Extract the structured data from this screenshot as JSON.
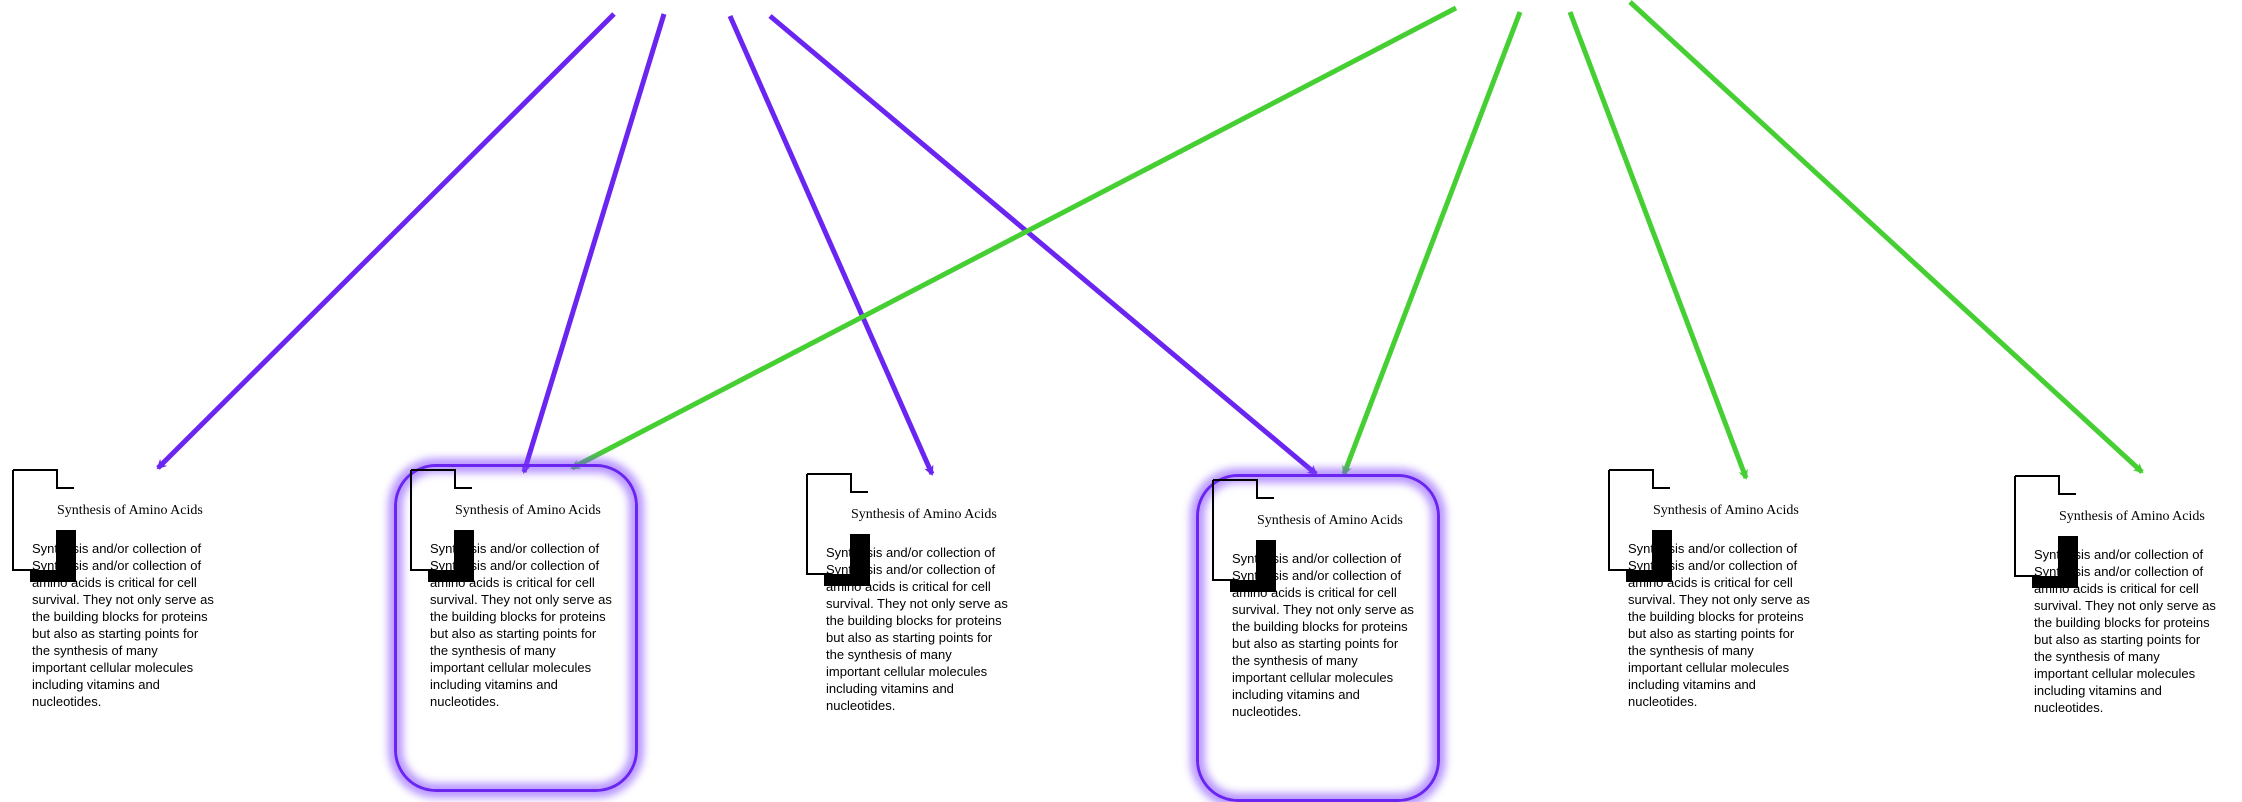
{
  "colors": {
    "purple": "#6a25f0",
    "green": "#46cf32",
    "glow": "#8246ff"
  },
  "cards": [
    {
      "title": "Synthesis of Amino Acids",
      "lines": [
        "Synthesis and/or collection of",
        "Synthesis and/or collection of",
        "amino acids is critical for cell",
        "survival. They not only serve as",
        "the building blocks for proteins",
        "but also as starting points for",
        "the synthesis of many",
        "important cellular molecules",
        "including vitamins and",
        "nucleotides."
      ],
      "highlighted": false
    },
    {
      "title": "Synthesis of Amino Acids",
      "lines": [
        "Synthesis and/or collection of",
        "Synthesis and/or collection of",
        "amino acids is critical for cell",
        "survival. They not only serve as",
        "the building blocks for proteins",
        "but also as starting points for",
        "the synthesis of many",
        "important cellular molecules",
        "including vitamins and",
        "nucleotides."
      ],
      "highlighted": true
    },
    {
      "title": "Synthesis of Amino Acids",
      "lines": [
        "Synthesis and/or collection of",
        "Synthesis and/or collection of",
        "amino acids is critical for cell",
        "survival. They not only serve as",
        "the building blocks for proteins",
        "but also as starting points for",
        "the synthesis of many",
        "important cellular molecules",
        "including vitamins and",
        "nucleotides."
      ],
      "highlighted": false
    },
    {
      "title": "Synthesis of Amino Acids",
      "lines": [
        "Synthesis and/or collection of",
        "Synthesis and/or collection of",
        "amino acids is critical for cell",
        "survival. They not only serve as",
        "the building blocks for proteins",
        "but also as starting points for",
        "the synthesis of many",
        "important cellular molecules",
        "including vitamins and",
        "nucleotides."
      ],
      "highlighted": true
    },
    {
      "title": "Synthesis of Amino Acids",
      "lines": [
        "Synthesis and/or collection of",
        "Synthesis and/or collection of",
        "amino acids is critical for cell",
        "survival. They not only serve as",
        "the building blocks for proteins",
        "but also as starting points for",
        "the synthesis of many",
        "important cellular molecules",
        "including vitamins and",
        "nucleotides."
      ],
      "highlighted": false
    },
    {
      "title": "Synthesis of Amino Acids",
      "lines": [
        "Synthesis and/or collection of",
        "Synthesis and/or collection of",
        "amino acids is critical for cell",
        "survival. They not only serve as",
        "the building blocks for proteins",
        "but also as starting points for",
        "the synthesis of many",
        "important cellular molecules",
        "including vitamins and",
        "nucleotides."
      ],
      "highlighted": false
    }
  ],
  "connectors": [
    {
      "group": "purple",
      "target_card": 1
    },
    {
      "group": "purple",
      "target_card": 2
    },
    {
      "group": "purple",
      "target_card": 3
    },
    {
      "group": "purple",
      "target_card": 4
    },
    {
      "group": "green",
      "target_card": 2
    },
    {
      "group": "green",
      "target_card": 4
    },
    {
      "group": "green",
      "target_card": 5
    },
    {
      "group": "green",
      "target_card": 6
    }
  ]
}
